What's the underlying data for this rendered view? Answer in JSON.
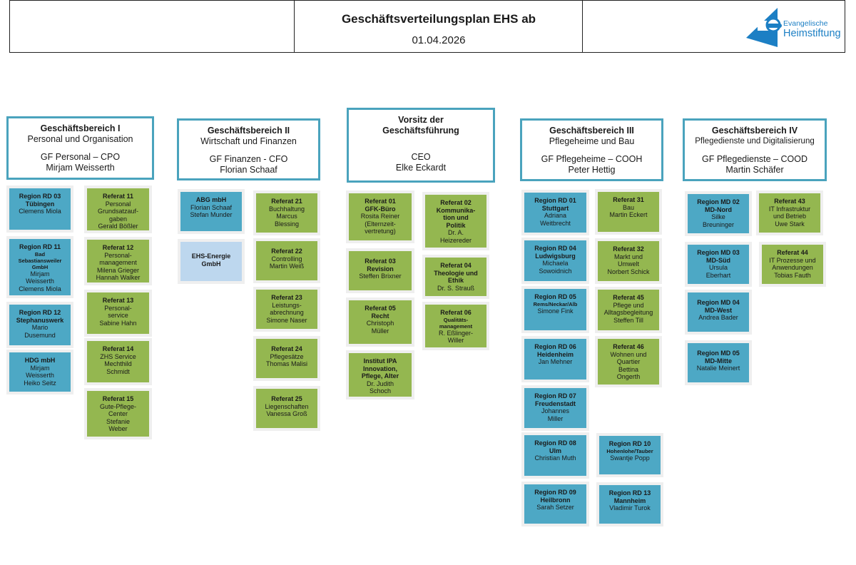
{
  "header": {
    "title": "Geschäftsverteilungsplan EHS ab",
    "date": "01.04.2026",
    "logo_line1": "Evangelische",
    "logo_line2": "Heimstiftung",
    "logo_color": "#1c7fc4"
  },
  "colors": {
    "green": "#94b750",
    "blue": "#4da8c5",
    "lightblue": "#bdd7ee",
    "border": "#4aa3bd"
  },
  "heads": {
    "gb1": {
      "l1": "Geschäftsbereich I",
      "l2": "Personal und Organisation",
      "l3": "GF Personal – CPO",
      "l4": "Mirjam Weisserth"
    },
    "gb2": {
      "l1": "Geschäftsbereich II",
      "l2": "Wirtschaft und Finanzen",
      "l3": "GF Finanzen - CFO",
      "l4": "Florian Schaaf"
    },
    "vorsitz": {
      "l1": "Vorsitz der",
      "l2": "Geschäftsführung",
      "l3": "CEO",
      "l4": "Elke Eckardt"
    },
    "gb3": {
      "l1": "Geschäftsbereich III",
      "l2": "Pflegeheime und Bau",
      "l3": "GF Pflegeheime – COOH",
      "l4": "Peter Hettig"
    },
    "gb4": {
      "l1": "Geschäftsbereich IV",
      "l2": "Pflegedienste und Digitalisierung",
      "l3": "GF Pflegedienste – COOD",
      "l4": "Martin Schäfer"
    }
  },
  "units": {
    "rd03": {
      "t1": "Region RD 03",
      "t2": "Tübingen",
      "n1": "Clemens Miola"
    },
    "rd11": {
      "t1": "Region RD 11",
      "s1": "Bad",
      "s2": "Sebastiansweiler",
      "s3": "GmbH",
      "n1": "Mirjam",
      "n2": "Weisserth",
      "n3": "Clemens Miola"
    },
    "rd12": {
      "t1": "Region RD 12",
      "t2": "Stephanuswerk",
      "n1": "Mario",
      "n2": "Dusemund"
    },
    "hdg": {
      "t1": "HDG mbH",
      "n1": "Mirjam",
      "n2": "Weisserth",
      "n3": "Heiko Seitz"
    },
    "r11": {
      "t1": "Referat 11",
      "n1": "Personal",
      "n2": "Grundsatzauf-",
      "n3": "gaben",
      "n4": "Gerald Bößler"
    },
    "r12": {
      "t1": "Referat 12",
      "n1": "Personal-",
      "n2": "management",
      "n3": "Milena Grieger",
      "n4": "Hannah Walker"
    },
    "r13": {
      "t1": "Referat 13",
      "n1": "Personal-",
      "n2": "service",
      "n3": "Sabine Hahn"
    },
    "r14": {
      "t1": "Referat 14",
      "n1": "ZHS Service",
      "n2": "Mechthild",
      "n3": "Schmidt"
    },
    "r15": {
      "t1": "Referat 15",
      "n1": "Gute-Pflege-",
      "n2": "Center",
      "n3": "Stefanie",
      "n4": "Weber"
    },
    "abg": {
      "t1": "ABG mbH",
      "n1": "Florian Schaaf",
      "n2": "Stefan Munder"
    },
    "ehs": {
      "t1": "EHS-Energie",
      "t2": "GmbH"
    },
    "r21": {
      "t1": "Referat 21",
      "n1": "Buchhaltung",
      "n2": "Marcus",
      "n3": "Blessing"
    },
    "r22": {
      "t1": "Referat 22",
      "n1": "Controlling",
      "n2": "Martin Weiß"
    },
    "r23": {
      "t1": "Referat 23",
      "n1": "Leistungs-",
      "n2": "abrechnung",
      "n3": "Simone Naser"
    },
    "r24": {
      "t1": "Referat 24",
      "n1": "Pflegesätze",
      "n2": "Thomas Malisi"
    },
    "r25": {
      "t1": "Referat 25",
      "n1": "Liegenschaften",
      "n2": "Vanessa Groß"
    },
    "r01": {
      "t1": "Referat 01",
      "t2": "GFK-Büro",
      "n1": "Rosita Reiner",
      "n2": "(Elternzeit-",
      "n3": "vertretung)"
    },
    "r03": {
      "t1": "Referat 03",
      "t2": "Revision",
      "n1": "Steffen Brixner"
    },
    "r05": {
      "t1": "Referat 05",
      "t2": "Recht",
      "n1": "Christoph",
      "n2": "Müller"
    },
    "ipa": {
      "t1": "Institut IPA",
      "t2": "Innovation,",
      "t3": "Pflege, Alter",
      "n1": "Dr. Judith",
      "n2": "Schoch"
    },
    "r02": {
      "t1": "Referat 02",
      "t2": "Kommunika-",
      "t3": "tion und",
      "t4": "Politik",
      "n1": "Dr. A.",
      "n2": "Heizereder"
    },
    "r04": {
      "t1": "Referat 04",
      "t2": "Theologie und",
      "t3": "Ethik",
      "n1": "Dr. S. Strauß"
    },
    "r06": {
      "t1": "Referat 06",
      "t2": "Qualitäts-",
      "t3": "management",
      "n1": "R. Eßlinger-",
      "n2": "Willer"
    },
    "rd01": {
      "t1": "Region RD 01",
      "t2": "Stuttgart",
      "n1": "Adriana",
      "n2": "Weitbrecht"
    },
    "rd04": {
      "t1": "Region RD 04",
      "t2": "Ludwigsburg",
      "n1": "Michaela",
      "n2": "Sowoidnich"
    },
    "rd05": {
      "t1": "Region RD 05",
      "s1": "Rems/Neckar/Alb",
      "n1": "Simone Fink"
    },
    "rd06": {
      "t1": "Region RD 06",
      "t2": "Heidenheim",
      "n1": "Jan Mehner"
    },
    "rd07": {
      "t1": "Region RD 07",
      "t2": "Freudenstadt",
      "n1": "Johannes",
      "n2": "Miller"
    },
    "rd08": {
      "t1": "Region RD 08",
      "t2": "Ulm",
      "n1": "Christian Muth"
    },
    "rd09": {
      "t1": "Region RD 09",
      "t2": "Heilbronn",
      "n1": "Sarah Setzer"
    },
    "rd10": {
      "t1": "Region RD 10",
      "s1": "Hohenlohe/Tauber",
      "n1": "Swantje Popp"
    },
    "rd13": {
      "t1": "Region RD 13",
      "t2": "Mannheim",
      "n1": "Vladimir Turok"
    },
    "r31": {
      "t1": "Referat 31",
      "n1": "Bau",
      "n2": "Martin Eckert"
    },
    "r32": {
      "t1": "Referat 32",
      "n1": "Markt und",
      "n2": "Umwelt",
      "n3": "Norbert Schick"
    },
    "r45": {
      "t1": "Referat 45",
      "n1": "Pflege und",
      "n2": "Alltagsbegleitung",
      "n3": "Steffen Till"
    },
    "r46": {
      "t1": "Referat 46",
      "n1": "Wohnen und",
      "n2": "Quartier",
      "n3": "Bettina",
      "n4": "Ongerth"
    },
    "md02": {
      "t1": "Region MD 02",
      "t2": "MD-Nord",
      "n1": "Silke",
      "n2": "Breuninger"
    },
    "md03": {
      "t1": "Region MD 03",
      "t2": "MD-Süd",
      "n1": "Ursula",
      "n2": "Eberhart"
    },
    "md04": {
      "t1": "Region MD 04",
      "t2": "MD-West",
      "n1": "Andrea Bader"
    },
    "md05": {
      "t1": "Region MD 05",
      "t2": "MD-Mitte",
      "n1": "Natalie Meinert"
    },
    "r43": {
      "t1": "Referat 43",
      "n1": "IT Infrastruktur",
      "n2": "und Betrieb",
      "n3": "Uwe Stark"
    },
    "r44": {
      "t1": "Referat 44",
      "n1": "IT Prozesse und",
      "n2": "Anwendungen",
      "n3": "Tobias Fauth"
    }
  }
}
